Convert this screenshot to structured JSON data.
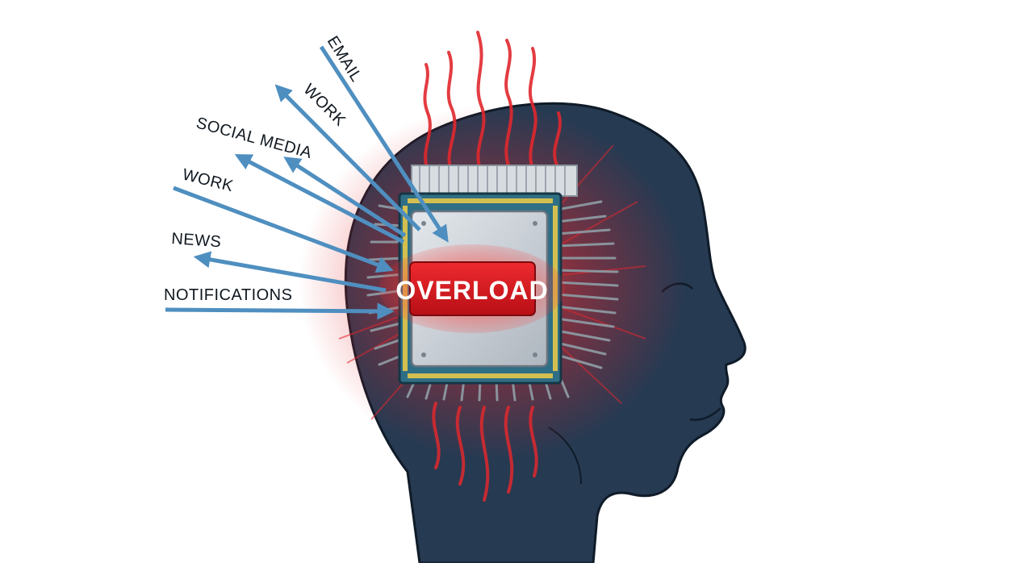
{
  "labels": {
    "email": "EMAIL",
    "work_top": "WORK",
    "social_media": "SOCIAL MEDIA",
    "work_mid": "WORK",
    "news": "NEWS",
    "notifications": "NOTIFICATIONS"
  },
  "chip": {
    "label": "OVERLOAD"
  },
  "colors": {
    "head": "#263a52",
    "head_outline": "#0f1b28",
    "arrow": "#4f8fc0",
    "heat": "#e0282e",
    "chip_plate": "#c9cfd6",
    "chip_board": "#2f6f86",
    "badge": "#d8151d",
    "label_text": "#101820"
  },
  "icons": [
    "head-silhouette-icon",
    "cpu-chip-icon",
    "heat-wave-icon",
    "arrow-icon"
  ]
}
